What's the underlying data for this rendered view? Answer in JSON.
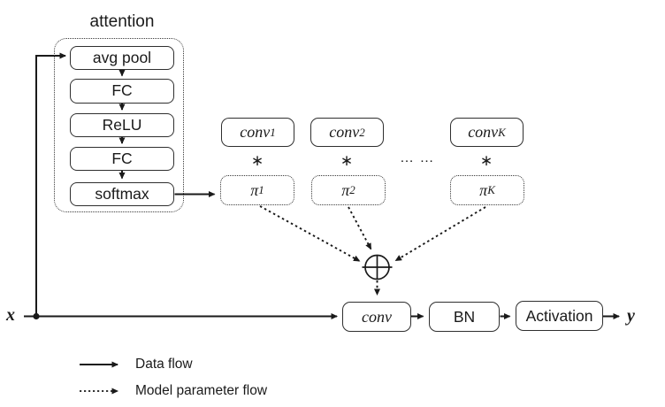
{
  "attention": {
    "title": "attention",
    "layers": [
      "avg pool",
      "FC",
      "ReLU",
      "FC",
      "softmax"
    ]
  },
  "kernels": [
    {
      "base": "conv",
      "sub": "1"
    },
    {
      "base": "conv",
      "sub": "2"
    },
    {
      "base": "conv",
      "sub": "K"
    }
  ],
  "weights": [
    {
      "base": "π",
      "sub": "1"
    },
    {
      "base": "π",
      "sub": "2"
    },
    {
      "base": "π",
      "sub": "K"
    }
  ],
  "operators": {
    "convolve": "∗",
    "ellipsis": "… …"
  },
  "pipeline": {
    "input": "x",
    "conv": "conv",
    "bn": "BN",
    "activation": "Activation",
    "output": "y"
  },
  "legend": {
    "items": [
      {
        "label": "Data flow"
      },
      {
        "label": "Model parameter flow"
      }
    ]
  },
  "colors": {
    "ink": "#1a1a1a",
    "border": "#2f2f2f",
    "background": "#ffffff"
  }
}
